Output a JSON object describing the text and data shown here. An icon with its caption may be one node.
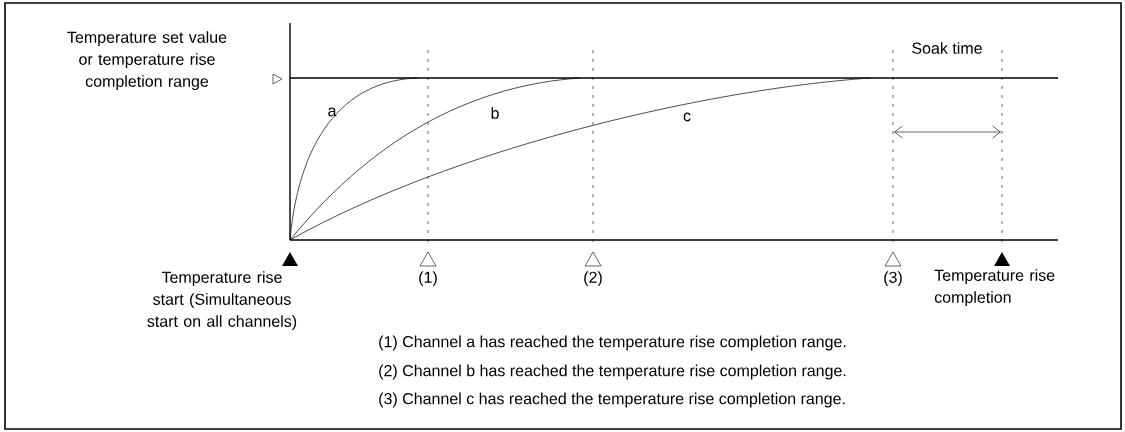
{
  "diagram": {
    "labels": [
      "Temperature set value or temperature rise completion range",
      "Soak time",
      "a",
      "b",
      "c",
      "Temperature rise start (Simultaneous start on all channels)",
      "(1)",
      "(2)",
      "(3)",
      "Temperature rise completion",
      "(1) Channel a has reached the temperature rise completion range.",
      "(2) Channel b has reached the temperature rise completion range.",
      "(3) Channel c has reached the temperature rise completion range."
    ]
  }
}
